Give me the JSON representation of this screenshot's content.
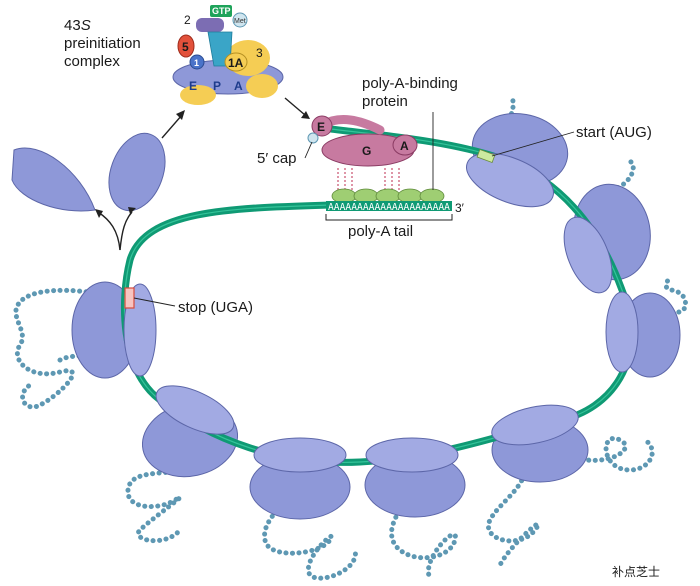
{
  "labels": {
    "complex_line1": "43",
    "complex_s": "S",
    "complex_line2": "preinitiation",
    "complex_line3": "complex",
    "pabp_line1": "poly-A-binding",
    "pabp_line2": "protein",
    "cap": "5′ cap",
    "start": "start (AUG)",
    "stop": "stop (UGA)",
    "polya_tail": "poly-A tail",
    "three_prime": "3′",
    "polya_seq": "AAAAAAAAAAAAAAAAAAAAA"
  },
  "factors": {
    "f2": "2",
    "gtp": "GTP",
    "met": "Met",
    "f5": "5",
    "f1": "1",
    "f1a": "1A",
    "f3": "3",
    "site_e": "E",
    "site_p": "P",
    "site_a": "A",
    "cap_e": "E",
    "cap_g": "G",
    "cap_a": "A"
  },
  "watermark": "补点芝士",
  "colors": {
    "ribosome": "#8e98d8",
    "ribosome_edge": "#5c66a8",
    "mrna": "#0f9a74",
    "polypeptide": "#bfe4ee",
    "eif4g": "#c77aa0",
    "pabp": "#9fce73",
    "yellow": "#f5cd54",
    "red": "#e2513b"
  }
}
